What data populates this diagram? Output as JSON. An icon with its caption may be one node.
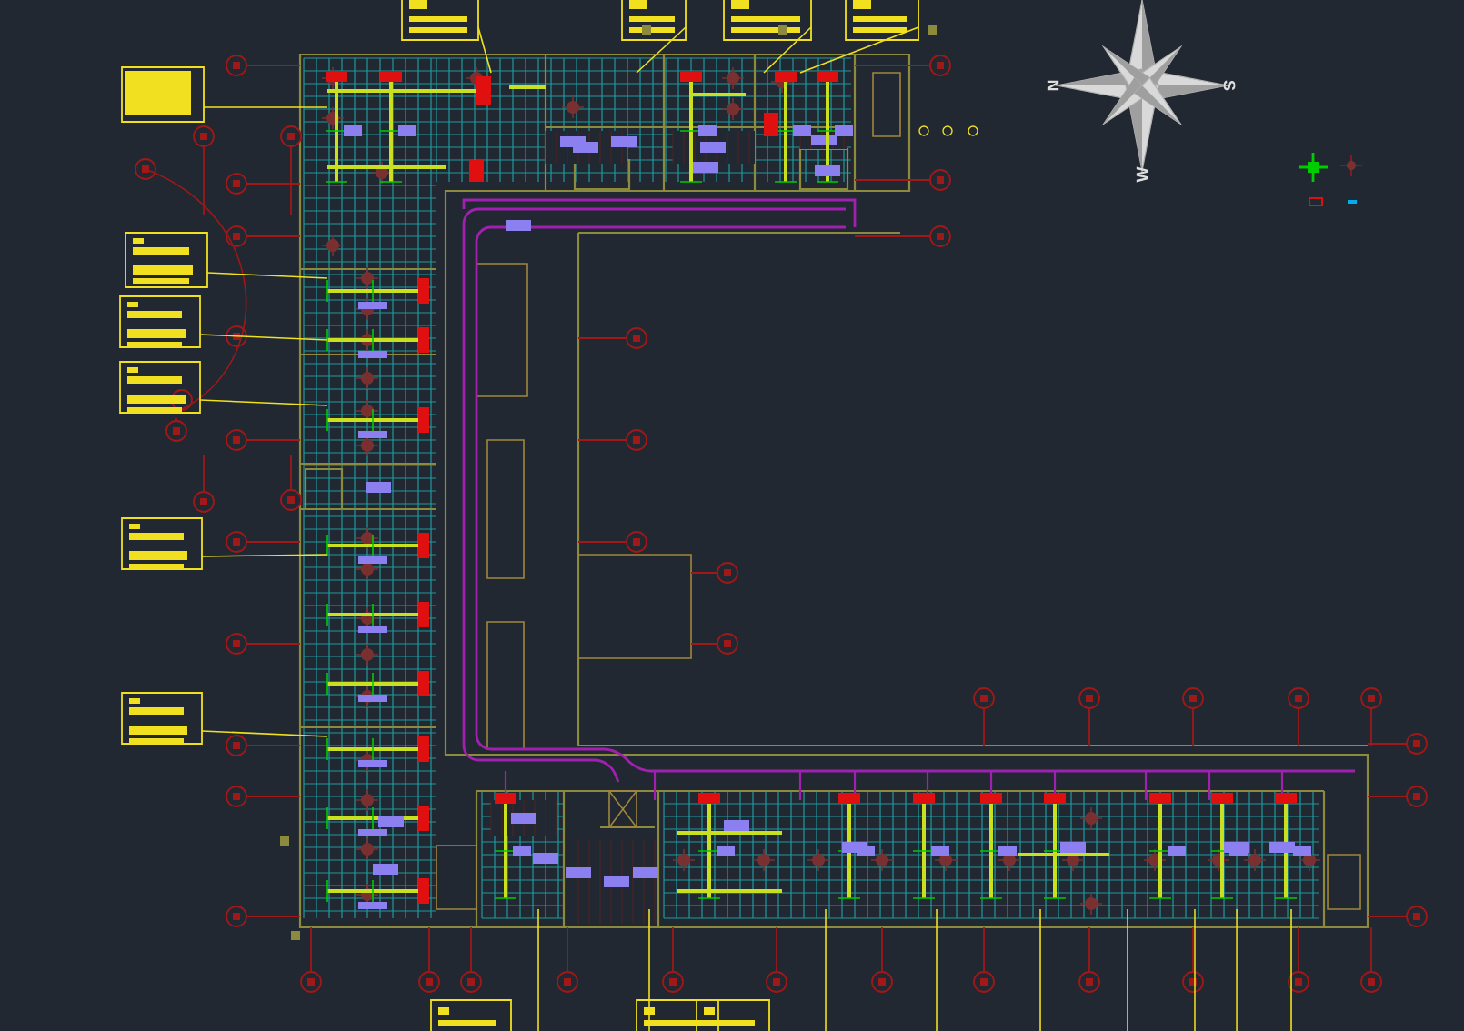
{
  "diagram": {
    "labels": [
      "N",
      "S",
      "W"
    ]
  }
}
